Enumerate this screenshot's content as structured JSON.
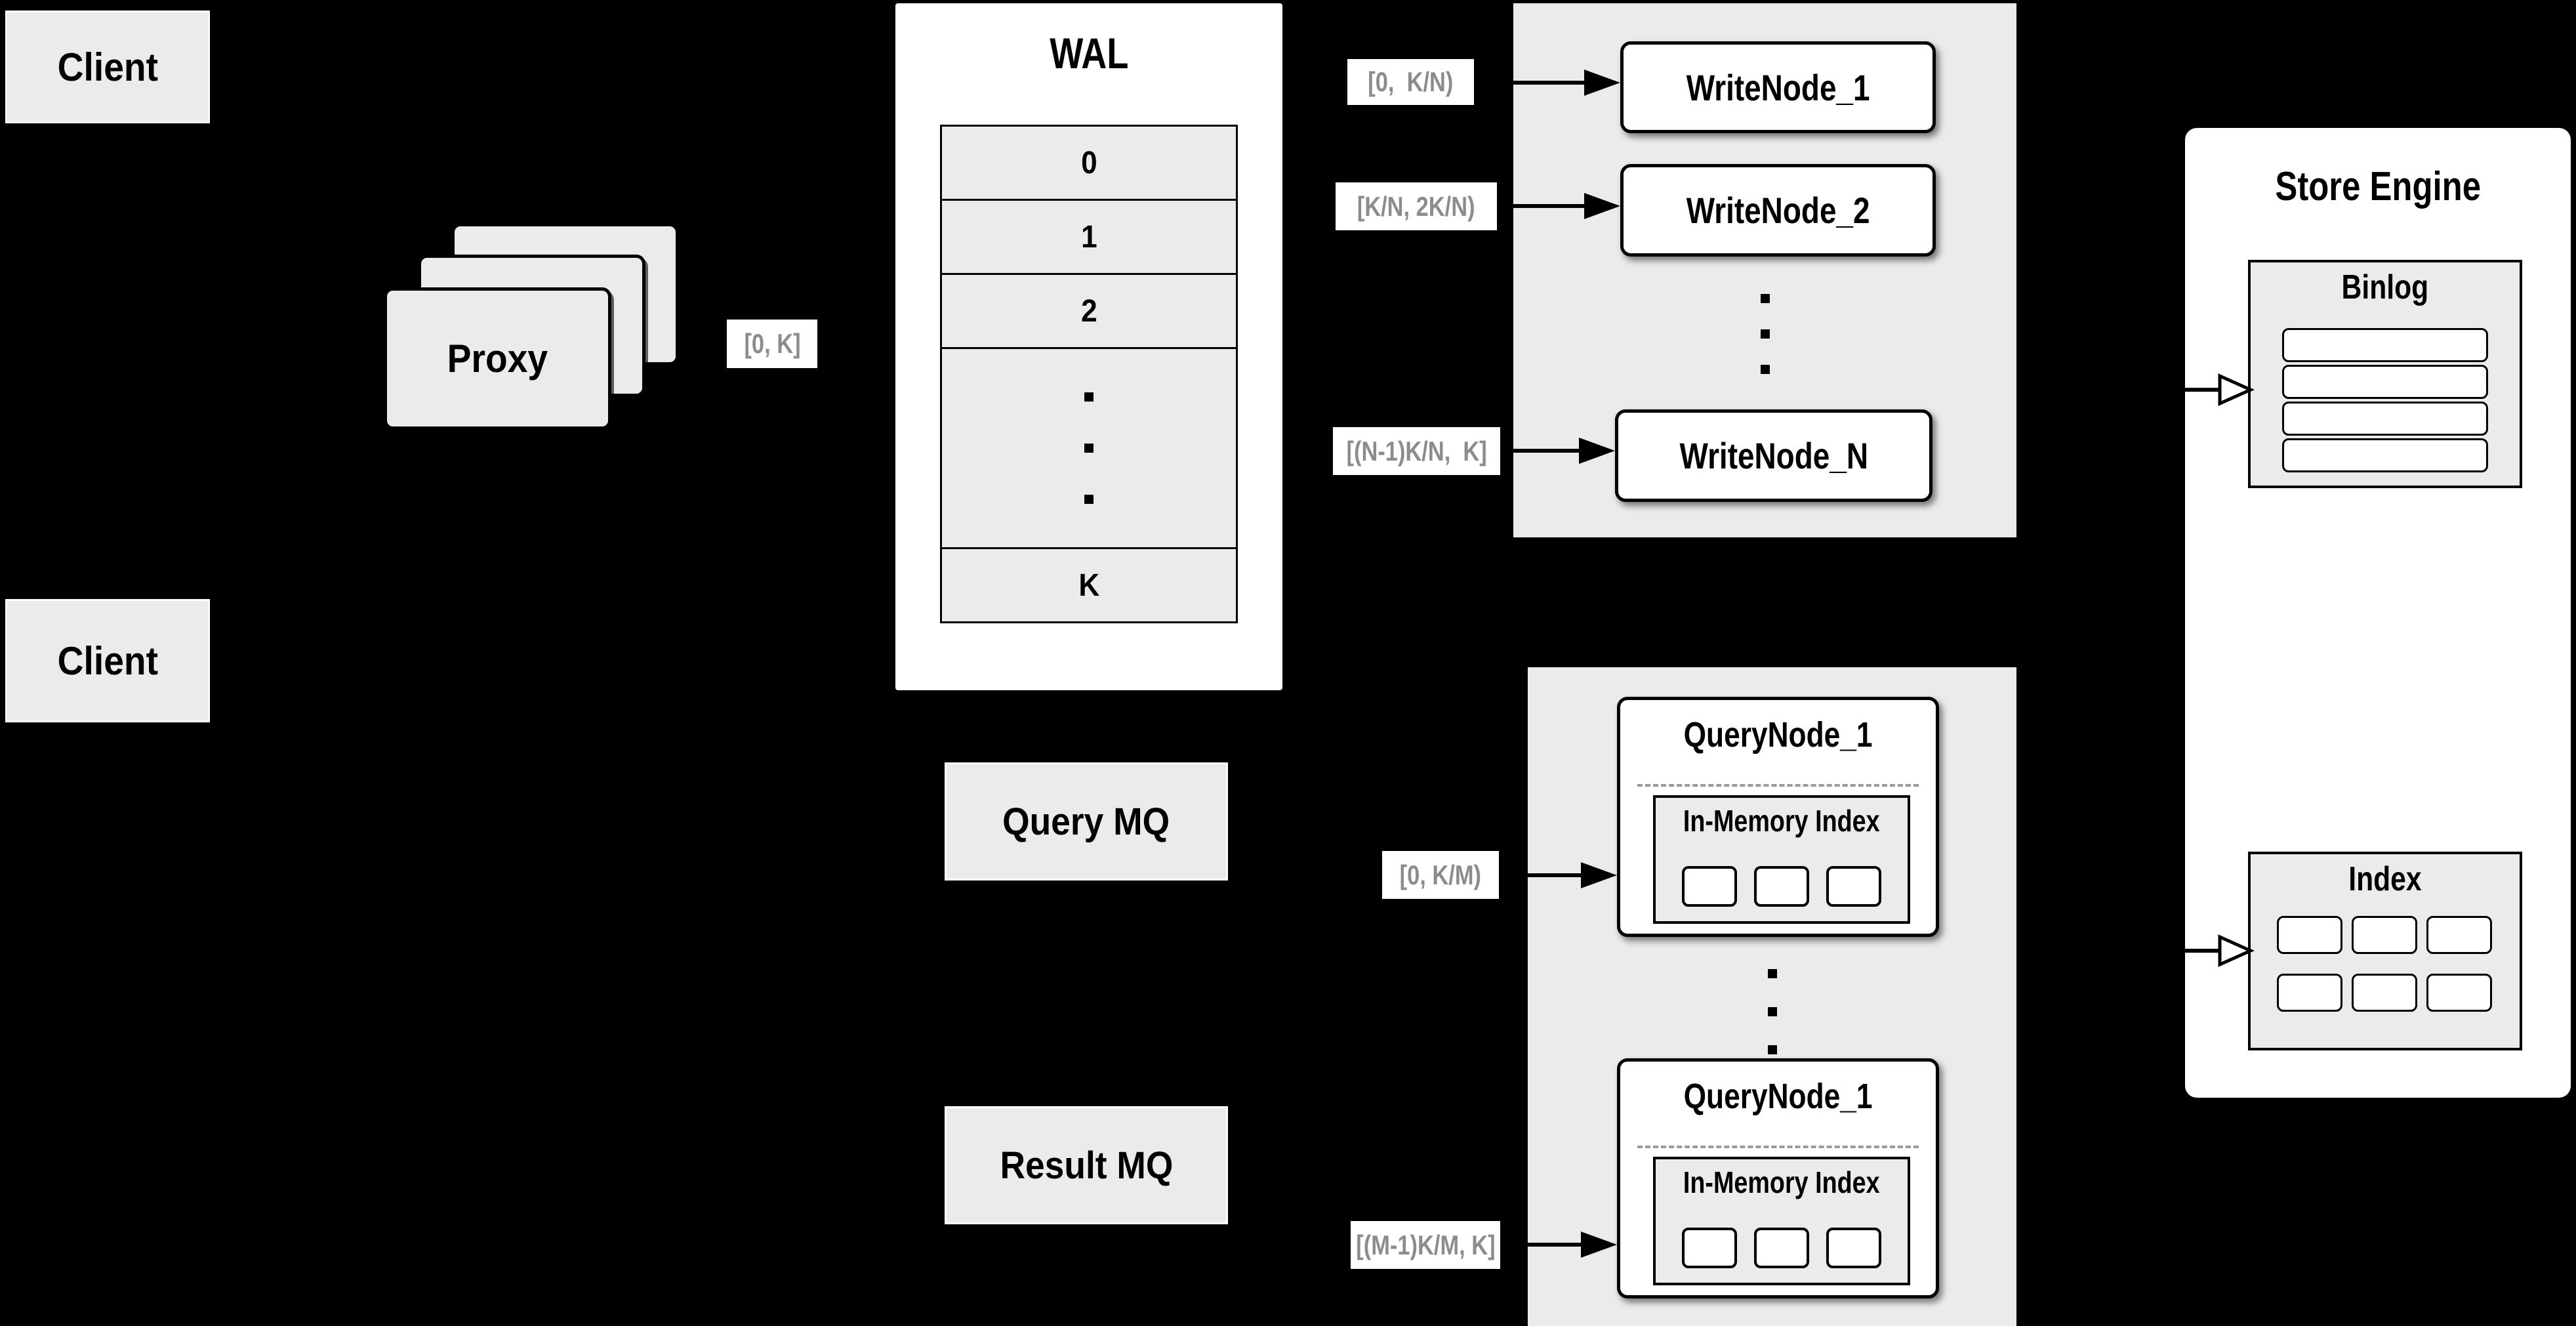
{
  "colors": {
    "background": "#000000",
    "panel_gray": "#ebebeb",
    "node_white": "#ffffff",
    "line_black": "#000000",
    "range_text_gray": "#8c8c8c"
  },
  "client_top": {
    "label": "Client"
  },
  "client_bottom": {
    "label": "Client"
  },
  "proxy": {
    "label": "Proxy"
  },
  "proxy_to_wal_range": "[0, K]",
  "wal": {
    "title": "WAL",
    "cells": [
      "0",
      "1",
      "2",
      "K"
    ]
  },
  "write_group": {
    "node_labels": [
      "WriteNode_1",
      "WriteNode_2",
      "WriteNode_N"
    ],
    "range_labels": [
      "[0,  K/N)",
      "[K/N, 2K/N)",
      "[(N-1)K/N,  K]"
    ]
  },
  "store_engine": {
    "title": "Store Engine",
    "binlog_title": "Binlog",
    "index_title": "Index"
  },
  "query_mq": {
    "label": "Query MQ"
  },
  "result_mq": {
    "label": "Result MQ"
  },
  "query_group": {
    "node_labels": [
      "QueryNode_1",
      "QueryNode_1"
    ],
    "inner_label": "In-Memory Index",
    "range_labels": [
      "[0, K/M)",
      "[(M-1)K/M, K]"
    ]
  }
}
